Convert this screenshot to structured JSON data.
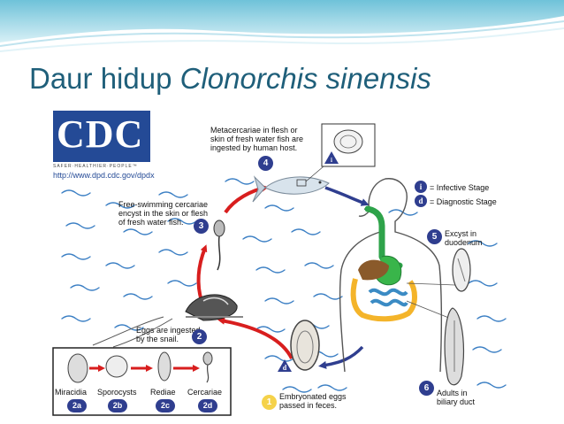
{
  "slide": {
    "title_prefix": "Daur hidup ",
    "title_species": "Clonorchis sinensis"
  },
  "logo": {
    "brand": "CDC",
    "tagline": "SAFER·HEALTHIER·PEOPLE™",
    "url": "http://www.dpd.cdc.gov/dpdx"
  },
  "legend": {
    "infective_symbol": "i",
    "infective_label": "= Infective Stage",
    "diagnostic_symbol": "d",
    "diagnostic_label": "= Diagnostic Stage"
  },
  "stages": {
    "s1_num": "1",
    "s1_label_line1": "Embryonated eggs",
    "s1_label_line2": "passed in feces.",
    "s2_num": "2",
    "s2_label_line1": "Eggs are ingested",
    "s2_label_line2": "by the snail.",
    "s3_num": "3",
    "s3_label_line1": "Free-swimming cercariae",
    "s3_label_line2": "encyst in the skin or flesh",
    "s3_label_line3": "of fresh water fish.",
    "s4_num": "4",
    "s4_label_line1": "Metacercariae in flesh or",
    "s4_label_line2": "skin of fresh water fish are",
    "s4_label_line3": "ingested by human host.",
    "s5_num": "5",
    "s5_label_line1": "Excyst in",
    "s5_label_line2": "duodenum",
    "s6_num": "6",
    "s6_label_line1": "Adults in",
    "s6_label_line2": "biliary duct"
  },
  "snail_stages": {
    "a_label": "Miracidia",
    "a_num": "2a",
    "b_label": "Sporocysts",
    "b_num": "2b",
    "c_label": "Rediae",
    "c_num": "2c",
    "d_label": "Cercariae",
    "d_num": "2d"
  },
  "colors": {
    "title": "#1f5f7a",
    "wave": "#3b7fc4",
    "infective_arrow": "#d81e1e",
    "diagnostic_arrow": "#2f3e8f",
    "badge": "#2f3e8f",
    "badge_yellow": "#f5d24a"
  }
}
